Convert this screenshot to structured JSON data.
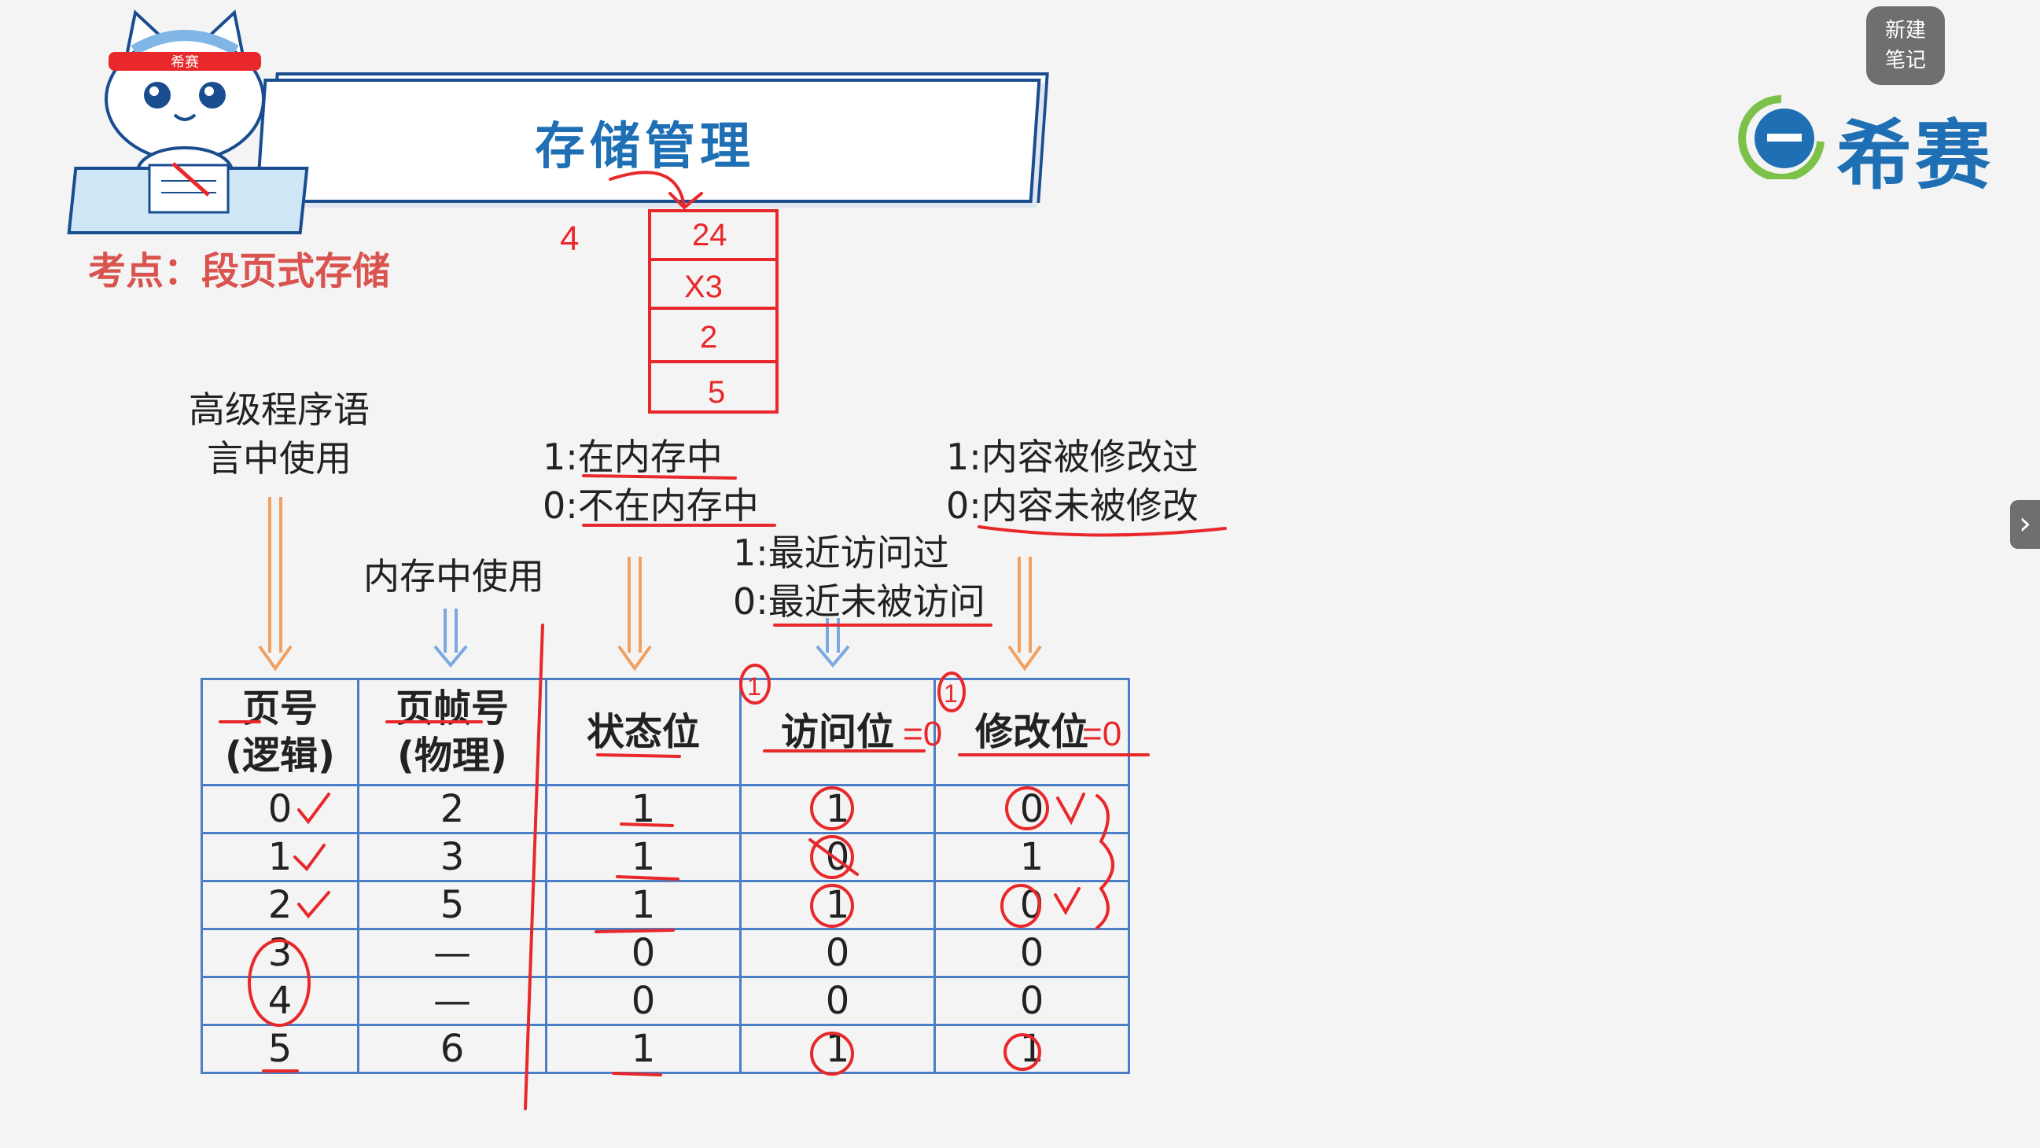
{
  "header": {
    "title": "存储管理",
    "subtitle": "考点：段页式存储"
  },
  "brand": {
    "logo_text": "希赛",
    "logo_symbol": "e-circle-logo",
    "mascot_band": "希赛"
  },
  "note_button": {
    "line1": "新建",
    "line2": "笔记"
  },
  "colors": {
    "accent": "#1f6fb5",
    "annotation": "#e8282b",
    "table_border": "#4a7ec7",
    "orange_arrow": "#f0a060",
    "blue_arrow": "#7aa8e0",
    "subtitle": "#d9534f"
  },
  "labels": {
    "high_level_1": "高级程序语",
    "high_level_2": "言中使用",
    "memory_use": "内存中使用",
    "status_1": "1:在内存中",
    "status_0": "0:不在内存中",
    "access_1": "1:最近访问过",
    "access_0": "0:最近未被访问",
    "modify_1": "1:内容被修改过",
    "modify_0": "0:内容未被修改"
  },
  "table": {
    "headers": [
      {
        "line1": "页号",
        "line2": "(逻辑)"
      },
      {
        "line1": "页帧号",
        "line2": "(物理)"
      },
      {
        "line1": "状态位",
        "line2": ""
      },
      {
        "line1": "访问位",
        "line2": ""
      },
      {
        "line1": "修改位",
        "line2": ""
      }
    ],
    "rows": [
      [
        "0",
        "2",
        "1",
        "1",
        "0"
      ],
      [
        "1",
        "3",
        "1",
        "0",
        "1"
      ],
      [
        "2",
        "5",
        "1",
        "1",
        "0"
      ],
      [
        "3",
        "—",
        "0",
        "0",
        "0"
      ],
      [
        "4",
        "—",
        "0",
        "0",
        "0"
      ],
      [
        "5",
        "6",
        "1",
        "1",
        "1"
      ]
    ]
  },
  "annotations": {
    "stack_number": "4",
    "stack_cells": [
      "24",
      "X3",
      "2",
      "5"
    ],
    "access_eq": "=0",
    "modify_eq": "=0",
    "mark_1": "1",
    "mark_2": "1"
  }
}
